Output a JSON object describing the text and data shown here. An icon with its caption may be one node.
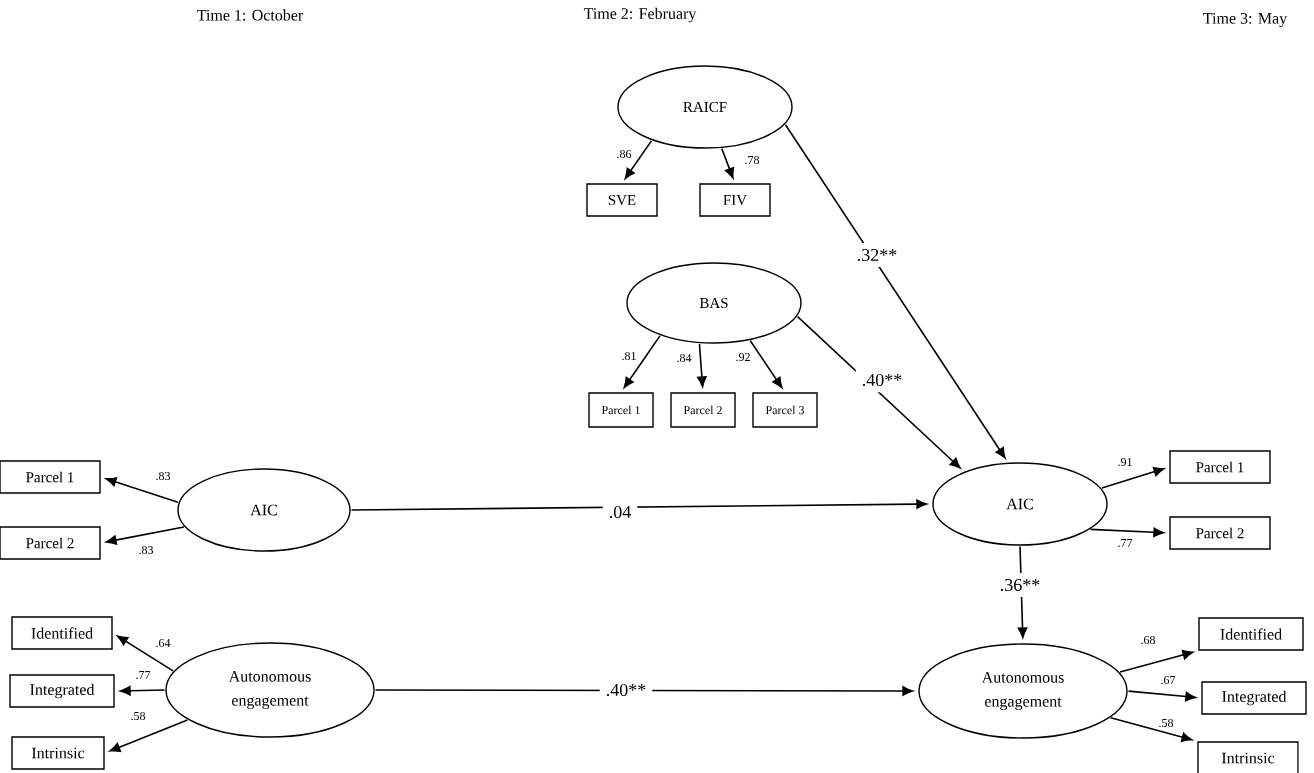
{
  "diagram": {
    "nodes": [
      {
        "text": [
          "RAICF"
        ]
      },
      {
        "text": [
          "SVE"
        ]
      },
      {
        "text": [
          "FIV"
        ]
      },
      {
        "text": [
          "BAS"
        ]
      },
      {
        "text": [
          "Parcel 1"
        ]
      },
      {
        "text": [
          "Parcel 2"
        ]
      },
      {
        "text": [
          "Parcel 3"
        ]
      },
      {
        "text": [
          "AIC"
        ]
      },
      {
        "text": [
          "Parcel 1"
        ]
      },
      {
        "text": [
          "Parcel 2"
        ]
      },
      {
        "text": [
          "Autonomous engagement"
        ]
      },
      {
        "text": [
          "Identified"
        ]
      },
      {
        "text": [
          "Integrated"
        ]
      },
      {
        "text": [
          "Intrinsic"
        ]
      },
      {
        "text": [
          "AIC"
        ]
      },
      {
        "text": [
          "Parcel 1"
        ]
      },
      {
        "text": [
          "Parcel 2"
        ]
      },
      {
        "text": [
          "Autonomous engagement"
        ]
      },
      {
        "text": [
          "Identified"
        ]
      },
      {
        "text": [
          "Integrated"
        ]
      },
      {
        "text": [
          "Intrinsic"
        ]
      }
    ],
    "edges": [
      {
        "from": 0,
        "to": 1,
        "arrow": "to",
        "label": ".86"
      },
      {
        "from": 0,
        "to": 2,
        "arrow": "to",
        "label": ".78"
      },
      {
        "from": 3,
        "to": 4,
        "arrow": "to",
        "label": ".81"
      },
      {
        "from": 3,
        "to": 5,
        "arrow": "to",
        "label": ".84"
      },
      {
        "from": 3,
        "to": 6,
        "arrow": "to",
        "label": ".92"
      },
      {
        "from": 0,
        "to": 14,
        "arrow": "to",
        "label": ".32**"
      },
      {
        "from": 3,
        "to": 14,
        "arrow": "to",
        "label": ".40**"
      },
      {
        "from": 7,
        "to": 8,
        "arrow": "to",
        "label": ".83"
      },
      {
        "from": 7,
        "to": 9,
        "arrow": "to",
        "label": ".83"
      },
      {
        "from": 7,
        "to": 14,
        "arrow": "to",
        "label": ".04"
      },
      {
        "from": 10,
        "to": 11,
        "arrow": "to",
        "label": ".64"
      },
      {
        "from": 10,
        "to": 12,
        "arrow": "to",
        "label": ".77"
      },
      {
        "from": 10,
        "to": 13,
        "arrow": "to",
        "label": ".58"
      },
      {
        "from": 10,
        "to": 17,
        "arrow": "to",
        "label": ".40**"
      },
      {
        "from": 14,
        "to": 15,
        "arrow": "to",
        "label": ".91"
      },
      {
        "from": 14,
        "to": 16,
        "arrow": "to",
        "label": ".77"
      },
      {
        "from": 14,
        "to": 17,
        "arrow": "to",
        "label": ".36**"
      },
      {
        "from": 17,
        "to": 18,
        "arrow": "to",
        "label": ".68"
      },
      {
        "from": 17,
        "to": 19,
        "arrow": "to",
        "label": ".67"
      },
      {
        "from": 17,
        "to": 20,
        "arrow": "to",
        "label": ".58"
      }
    ],
    "labels": [
      "Time 1: October",
      "Time 2: February",
      "Time 3: May"
    ]
  }
}
